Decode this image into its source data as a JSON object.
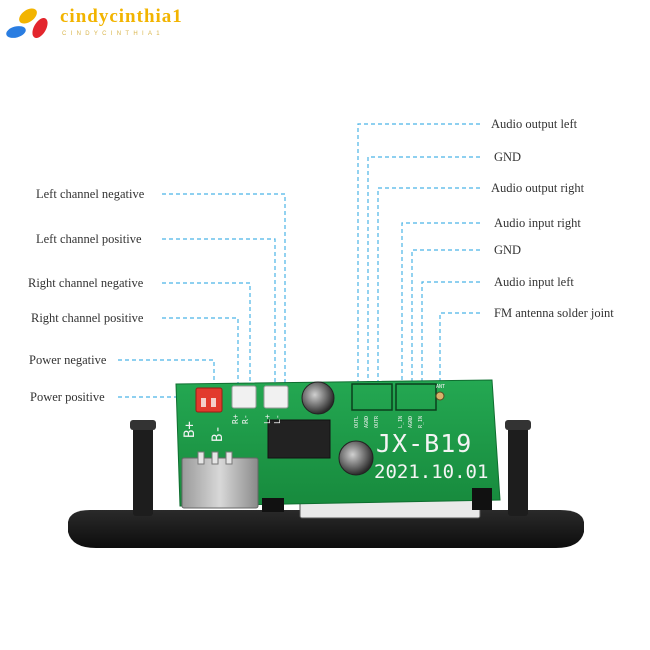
{
  "brand": {
    "name": "cindycinthia1",
    "subtitle": "CINDYCINTHIA1",
    "logo_colors": [
      "#f2b400",
      "#e3262d",
      "#2a7de1"
    ]
  },
  "labels_left": [
    "Left channel negative",
    "Left channel positive",
    "Right channel negative",
    "Right channel positive",
    "Power negative",
    "Power positive"
  ],
  "labels_right": [
    "Audio output left",
    "GND",
    "Audio output right",
    "Audio input right",
    "GND",
    "Audio input left",
    "FM antenna solder joint"
  ],
  "board": {
    "model": "JX-B19",
    "date": "2021.10.01",
    "pin_b_plus": "B+",
    "pin_b_minus": "B-",
    "pin_r_plus": "R+",
    "pin_r_minus": "R-",
    "pin_l_plus": "L+",
    "pin_l_minus": "L-",
    "silk_outl": "OUTL",
    "silk_agnd": "AGND",
    "silk_outr": "OUTR",
    "silk_lin": "L_IN",
    "silk_agnd2": "AGND",
    "silk_rin": "R_IN",
    "silk_ant": "ANT",
    "colors": {
      "pcb": "#1e9e4a",
      "leader_lines": "#4bb4e6",
      "connector_red": "#e23a2e",
      "bezel": "#1a1a1a"
    }
  }
}
